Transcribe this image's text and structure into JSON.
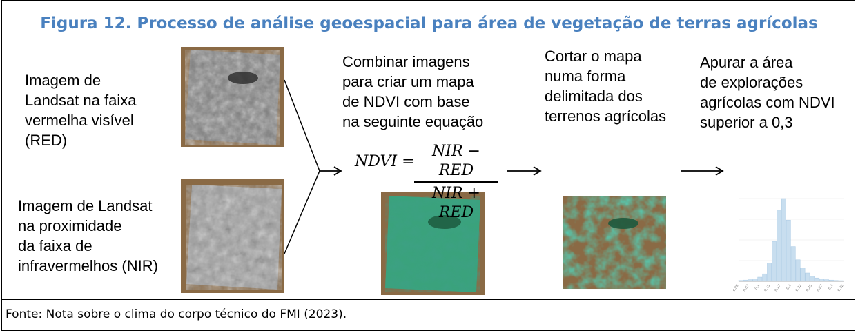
{
  "title": "Figura 12. Processo de análise geoespacial para área de vegetação de terras agrícolas",
  "inputs": {
    "red": "Imagem de\nLandsat na faixa\nvermelha visível\n(RED)",
    "nir": "Imagem de Landsat\nna proximidade\nda faixa de\ninfravermelhos (NIR)"
  },
  "steps": {
    "combine": "Combinar imagens\npara criar um mapa\nde NDVI com base\nna seguinte equação",
    "cut": "Cortar o mapa\nnuma forma\ndelimitada dos\nterrenos agrícolas",
    "measure": "Apurar a área\nde explorações\nagrícolas com NDVI\nsuperior a 0,3"
  },
  "equation": {
    "lhs": "NDVI =",
    "numerator": "NIR − RED",
    "denominator": "NIR + RED"
  },
  "histogram": {
    "tick_labels": [
      "0,05",
      "0,07",
      "0,1",
      "0,15",
      "0,17",
      "0,2",
      "0,22",
      "0,25",
      "0,27",
      "0,3",
      "0,32"
    ],
    "values": [
      0.01,
      0.015,
      0.02,
      0.03,
      0.05,
      0.09,
      0.22,
      0.48,
      0.86,
      1.0,
      0.74,
      0.42,
      0.26,
      0.16,
      0.1,
      0.06,
      0.04,
      0.03,
      0.02,
      0.015,
      0.01,
      0.008
    ],
    "bar_color": "#c8deef",
    "axis_color": "#999999"
  },
  "colors": {
    "title": "#4a81bf",
    "ndvi_green": "#3aa27c",
    "soil": "#8a6a45"
  },
  "footer": "Fonte: Nota sobre o clima do corpo técnico do FMI (2023)."
}
